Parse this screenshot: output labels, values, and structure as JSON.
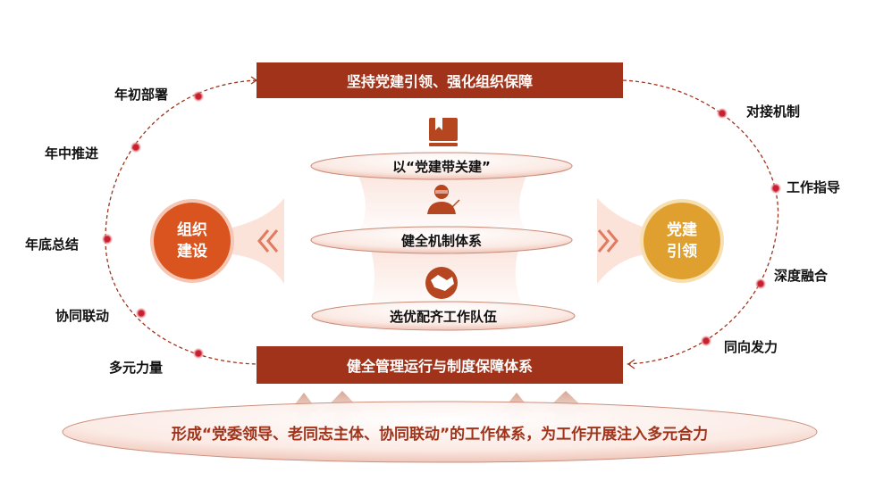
{
  "top_bar": "坚持党建引领、强化组织保障",
  "bottom_bar": "健全管理运行与制度保障体系",
  "pillars": [
    {
      "icon": "book-icon",
      "label": "以“党建带关建”"
    },
    {
      "icon": "person-icon",
      "label": "健全机制体系"
    },
    {
      "icon": "handshake-icon",
      "label": "选优配齐工作队伍"
    }
  ],
  "left_circle": {
    "line1": "组织",
    "line2": "建设",
    "color": "#d9541e"
  },
  "right_circle": {
    "line1": "党建",
    "line2": "引领",
    "color": "#e0a030"
  },
  "left_labels": [
    "年初部署",
    "年中推进",
    "年底总结",
    "协同联动",
    "多元力量"
  ],
  "right_labels": [
    "对接机制",
    "工作指导",
    "深度融合",
    "同向发力"
  ],
  "footer": "形成“党委领导、老同志主体、协同联动”的工作体系，为工作开展注入多元合力",
  "colors": {
    "primary": "#a1331a",
    "dot": "#c8202e"
  }
}
